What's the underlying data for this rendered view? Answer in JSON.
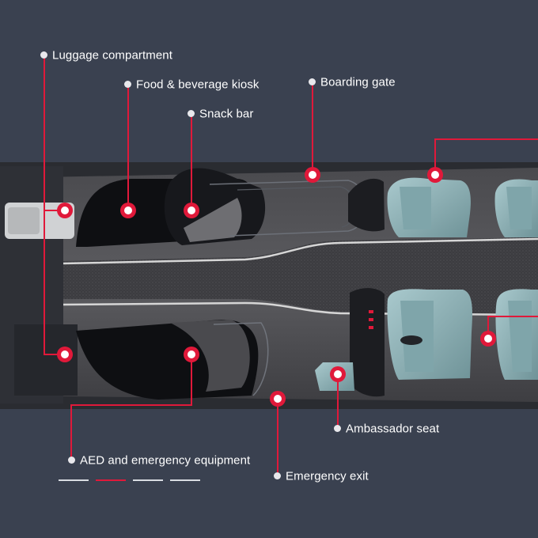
{
  "labels": [
    {
      "id": "luggage",
      "text": "Luggage compartment"
    },
    {
      "id": "food",
      "text": "Food & beverage kiosk"
    },
    {
      "id": "snack",
      "text": "Snack bar"
    },
    {
      "id": "gate",
      "text": "Boarding gate"
    },
    {
      "id": "ambassador",
      "text": "Ambassador seat"
    },
    {
      "id": "aed",
      "text": "AED and emergency equipment"
    },
    {
      "id": "exit",
      "text": "Emergency exit"
    }
  ],
  "pager": {
    "count": 4,
    "active_index": 1
  },
  "colors": {
    "background": "#3a4150",
    "accent": "#e0193a",
    "seat": "#8fb3b8",
    "label": "#ffffff"
  }
}
